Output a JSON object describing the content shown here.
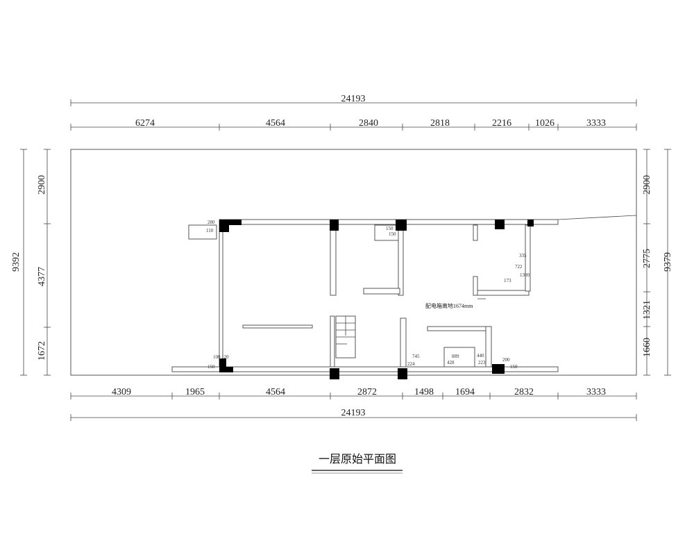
{
  "plan": {
    "title": "一层原始平面图",
    "note": "配电箱离地1674mm",
    "top_total": "24193",
    "top_segments": [
      "6274",
      "4564",
      "2840",
      "2818",
      "2216",
      "1026",
      "3333"
    ],
    "bottom_segments": [
      "4309",
      "1965",
      "4564",
      "2872",
      "1498",
      "1694",
      "2832",
      "3333"
    ],
    "bottom_total": "24193",
    "left_total": "9392",
    "left_segments": [
      "2900",
      "4377",
      "1672"
    ],
    "right_total": "9379",
    "right_segments": [
      "2900",
      "2775",
      "1321",
      "1660"
    ],
    "small_dims": [
      "280",
      "110",
      "100",
      "120",
      "150",
      "150",
      "335",
      "722",
      "1300",
      "173",
      "745",
      "224",
      "889",
      "428",
      "440",
      "223",
      "200",
      "150",
      "150"
    ]
  }
}
